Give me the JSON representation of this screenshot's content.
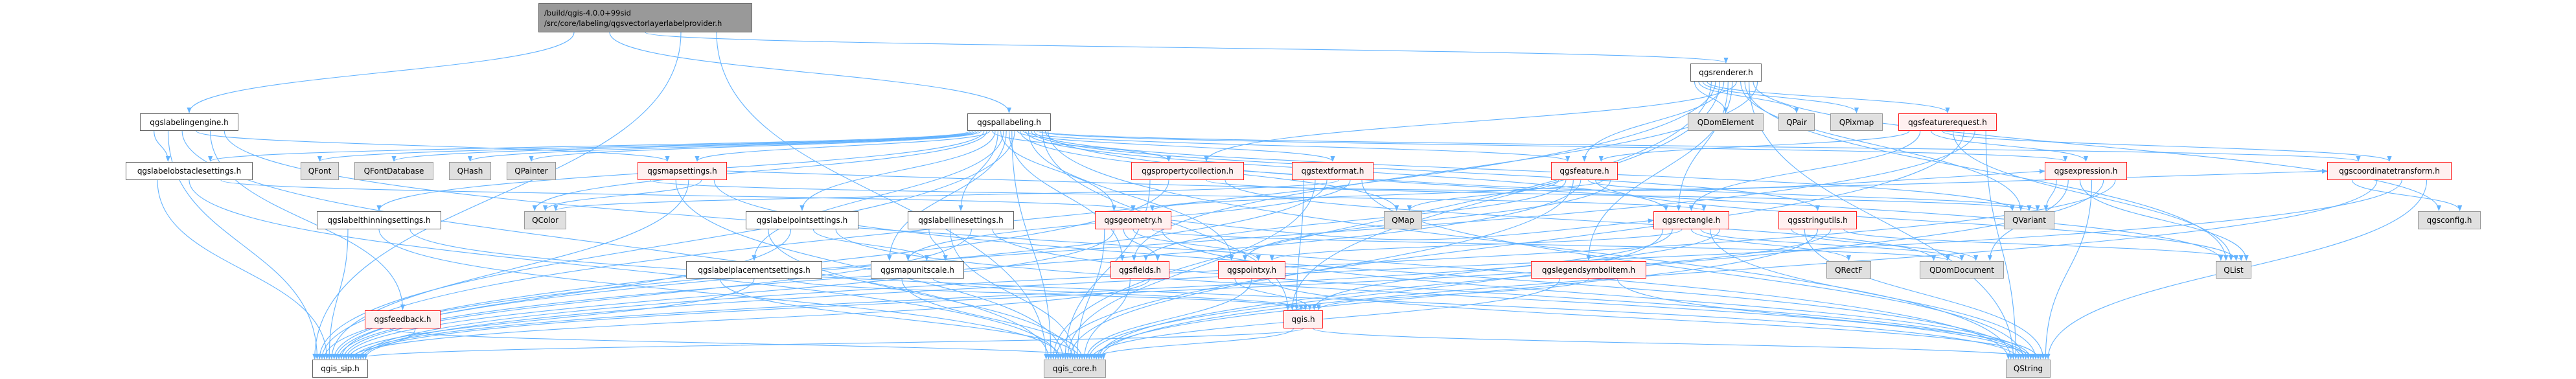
{
  "root": {
    "line1": "/build/qgis-4.0.0+99sid",
    "line2": "/src/core/labeling/qgsvectorlayerlabelprovider.h"
  },
  "colors": {
    "edge": "#63b3ff",
    "red_border": "#ff2020",
    "red_fill": "#fff0f0",
    "gray_fill": "#e0e0e0"
  },
  "nodes": [
    {
      "id": "labelingengine",
      "label": "qgslabelingengine.h",
      "style": "white"
    },
    {
      "id": "pallabeling",
      "label": "qgspallabeling.h",
      "style": "white"
    },
    {
      "id": "renderer",
      "label": "qgsrenderer.h",
      "style": "white"
    },
    {
      "id": "obstacle",
      "label": "qgslabelobstaclesettings.h",
      "style": "white"
    },
    {
      "id": "QFont",
      "label": "QFont",
      "style": "gray"
    },
    {
      "id": "QFontDatabase",
      "label": "QFontDatabase",
      "style": "gray"
    },
    {
      "id": "QHash",
      "label": "QHash",
      "style": "gray"
    },
    {
      "id": "QPainter",
      "label": "QPainter",
      "style": "gray"
    },
    {
      "id": "mapsettings",
      "label": "qgsmapsettings.h",
      "style": "red"
    },
    {
      "id": "propcoll",
      "label": "qgspropertycollection.h",
      "style": "red"
    },
    {
      "id": "textformat",
      "label": "qgstextformat.h",
      "style": "red"
    },
    {
      "id": "feature",
      "label": "qgsfeature.h",
      "style": "red"
    },
    {
      "id": "QDomElement",
      "label": "QDomElement",
      "style": "gray"
    },
    {
      "id": "QPair",
      "label": "QPair",
      "style": "gray"
    },
    {
      "id": "QPixmap",
      "label": "QPixmap",
      "style": "gray"
    },
    {
      "id": "featurerequest",
      "label": "qgsfeaturerequest.h",
      "style": "red"
    },
    {
      "id": "expression",
      "label": "qgsexpression.h",
      "style": "red"
    },
    {
      "id": "coordtransform",
      "label": "qgscoordinatetransform.h",
      "style": "red"
    },
    {
      "id": "thinning",
      "label": "qgslabelthinningsettings.h",
      "style": "white"
    },
    {
      "id": "QColor",
      "label": "QColor",
      "style": "gray"
    },
    {
      "id": "pointsettings",
      "label": "qgslabelpointsettings.h",
      "style": "white"
    },
    {
      "id": "linesettings",
      "label": "qgslabellinesettings.h",
      "style": "white"
    },
    {
      "id": "geometry",
      "label": "qgsgeometry.h",
      "style": "red"
    },
    {
      "id": "QMap",
      "label": "QMap",
      "style": "gray"
    },
    {
      "id": "rectangle",
      "label": "qgsrectangle.h",
      "style": "red"
    },
    {
      "id": "stringutils",
      "label": "qgsstringutils.h",
      "style": "red"
    },
    {
      "id": "QVariant",
      "label": "QVariant",
      "style": "gray"
    },
    {
      "id": "qgsconfig",
      "label": "qgsconfig.h",
      "style": "gray"
    },
    {
      "id": "placement",
      "label": "qgslabelplacementsettings.h",
      "style": "white"
    },
    {
      "id": "mapunitscale",
      "label": "qgsmapunitscale.h",
      "style": "white"
    },
    {
      "id": "fields",
      "label": "qgsfields.h",
      "style": "red"
    },
    {
      "id": "pointxy",
      "label": "qgspointxy.h",
      "style": "red"
    },
    {
      "id": "legendsymbol",
      "label": "qgslegendsymbolitem.h",
      "style": "red"
    },
    {
      "id": "QRectF",
      "label": "QRectF",
      "style": "gray"
    },
    {
      "id": "QDomDocument",
      "label": "QDomDocument",
      "style": "gray"
    },
    {
      "id": "QList",
      "label": "QList",
      "style": "gray"
    },
    {
      "id": "feedback",
      "label": "qgsfeedback.h",
      "style": "red"
    },
    {
      "id": "qgis",
      "label": "qgis.h",
      "style": "red"
    },
    {
      "id": "qgis_sip",
      "label": "qgis_sip.h",
      "style": "white"
    },
    {
      "id": "qgis_core",
      "label": "qgis_core.h",
      "style": "gray"
    },
    {
      "id": "QString",
      "label": "QString",
      "style": "gray"
    }
  ],
  "edges": [
    [
      "root",
      "labelingengine"
    ],
    [
      "root",
      "pallabeling"
    ],
    [
      "root",
      "renderer"
    ],
    [
      "root",
      "qgis_sip"
    ],
    [
      "root",
      "qgis_core"
    ],
    [
      "labelingengine",
      "obstacle"
    ],
    [
      "labelingengine",
      "qgis_sip"
    ],
    [
      "labelingengine",
      "qgis_core"
    ],
    [
      "labelingengine",
      "mapsettings"
    ],
    [
      "labelingengine",
      "feedback"
    ],
    [
      "labelingengine",
      "QString"
    ],
    [
      "pallabeling",
      "obstacle"
    ],
    [
      "pallabeling",
      "QFont"
    ],
    [
      "pallabeling",
      "QFontDatabase"
    ],
    [
      "pallabeling",
      "QHash"
    ],
    [
      "pallabeling",
      "QPainter"
    ],
    [
      "pallabeling",
      "thinning"
    ],
    [
      "pallabeling",
      "QColor"
    ],
    [
      "pallabeling",
      "mapsettings"
    ],
    [
      "pallabeling",
      "propcoll"
    ],
    [
      "pallabeling",
      "pointsettings"
    ],
    [
      "pallabeling",
      "linesettings"
    ],
    [
      "pallabeling",
      "geometry"
    ],
    [
      "pallabeling",
      "placement"
    ],
    [
      "pallabeling",
      "mapunitscale"
    ],
    [
      "pallabeling",
      "fields"
    ],
    [
      "pallabeling",
      "qgis_core"
    ],
    [
      "pallabeling",
      "qgis_sip"
    ],
    [
      "pallabeling",
      "textformat"
    ],
    [
      "pallabeling",
      "QMap"
    ],
    [
      "pallabeling",
      "feature"
    ],
    [
      "pallabeling",
      "rectangle"
    ],
    [
      "pallabeling",
      "pointxy"
    ],
    [
      "pallabeling",
      "stringutils"
    ],
    [
      "pallabeling",
      "QVariant"
    ],
    [
      "pallabeling",
      "expression"
    ],
    [
      "pallabeling",
      "coordtransform"
    ],
    [
      "pallabeling",
      "qgis"
    ],
    [
      "pallabeling",
      "QList"
    ],
    [
      "pallabeling",
      "QString"
    ],
    [
      "renderer",
      "QDomElement"
    ],
    [
      "renderer",
      "QPair"
    ],
    [
      "renderer",
      "QPixmap"
    ],
    [
      "renderer",
      "featurerequest"
    ],
    [
      "renderer",
      "qgis_core"
    ],
    [
      "renderer",
      "qgis_sip"
    ],
    [
      "renderer",
      "qgis"
    ],
    [
      "renderer",
      "feature"
    ],
    [
      "renderer",
      "rectangle"
    ],
    [
      "renderer",
      "legendsymbol"
    ],
    [
      "renderer",
      "propcoll"
    ],
    [
      "renderer",
      "QVariant"
    ],
    [
      "renderer",
      "QList"
    ],
    [
      "renderer",
      "QString"
    ],
    [
      "renderer",
      "qgsconfig"
    ],
    [
      "renderer",
      "fields"
    ],
    [
      "featurerequest",
      "feature"
    ],
    [
      "featurerequest",
      "rectangle"
    ],
    [
      "featurerequest",
      "expression"
    ],
    [
      "featurerequest",
      "coordtransform"
    ],
    [
      "featurerequest",
      "QList"
    ],
    [
      "featurerequest",
      "qgis_core"
    ],
    [
      "featurerequest",
      "qgis_sip"
    ],
    [
      "featurerequest",
      "QString"
    ],
    [
      "obstacle",
      "qgis_sip"
    ],
    [
      "obstacle",
      "qgis_core"
    ],
    [
      "obstacle",
      "geometry"
    ],
    [
      "thinning",
      "qgis_sip"
    ],
    [
      "thinning",
      "qgis_core"
    ],
    [
      "thinning",
      "QString"
    ],
    [
      "mapsettings",
      "rectangle"
    ],
    [
      "mapsettings",
      "coordtransform"
    ],
    [
      "mapsettings",
      "qgis_core"
    ],
    [
      "mapsettings",
      "qgis_sip"
    ],
    [
      "mapsettings",
      "QColor"
    ],
    [
      "mapsettings",
      "QString"
    ],
    [
      "propcoll",
      "qgis_core"
    ],
    [
      "propcoll",
      "qgis_sip"
    ],
    [
      "propcoll",
      "expression"
    ],
    [
      "propcoll",
      "QVariant"
    ],
    [
      "propcoll",
      "QDomDocument"
    ],
    [
      "textformat",
      "qgis"
    ],
    [
      "textformat",
      "qgis_core"
    ],
    [
      "textformat",
      "qgis_sip"
    ],
    [
      "textformat",
      "QColor"
    ],
    [
      "textformat",
      "mapunitscale"
    ],
    [
      "textformat",
      "QString"
    ],
    [
      "feature",
      "QMap"
    ],
    [
      "feature",
      "fields"
    ],
    [
      "feature",
      "qgis_core"
    ],
    [
      "feature",
      "qgis_sip"
    ],
    [
      "feature",
      "QVariant"
    ],
    [
      "feature",
      "QList"
    ],
    [
      "feature",
      "geometry"
    ],
    [
      "feature",
      "pointxy"
    ],
    [
      "pointsettings",
      "qgis_core"
    ],
    [
      "pointsettings",
      "qgis_sip"
    ],
    [
      "pointsettings",
      "mapunitscale"
    ],
    [
      "pointsettings",
      "QString"
    ],
    [
      "linesettings",
      "mapunitscale"
    ],
    [
      "linesettings",
      "qgis_core"
    ],
    [
      "linesettings",
      "qgis_sip"
    ],
    [
      "linesettings",
      "QString"
    ],
    [
      "geometry",
      "qgis_core"
    ],
    [
      "geometry",
      "qgis_sip"
    ],
    [
      "geometry",
      "fields"
    ],
    [
      "geometry",
      "pointxy"
    ],
    [
      "geometry",
      "rectangle"
    ],
    [
      "geometry",
      "QDomDocument"
    ],
    [
      "geometry",
      "QString"
    ],
    [
      "placement",
      "qgis_core"
    ],
    [
      "placement",
      "qgis_sip"
    ],
    [
      "placement",
      "qgis"
    ],
    [
      "mapunitscale",
      "qgis_core"
    ],
    [
      "mapunitscale",
      "qgis"
    ],
    [
      "fields",
      "qgis_core"
    ],
    [
      "fields",
      "qgis_sip"
    ],
    [
      "pointxy",
      "qgis"
    ],
    [
      "pointxy",
      "qgis_core"
    ],
    [
      "pointxy",
      "QString"
    ],
    [
      "rectangle",
      "qgis_core"
    ],
    [
      "rectangle",
      "qgis"
    ],
    [
      "rectangle",
      "pointxy"
    ],
    [
      "rectangle",
      "QRectF"
    ],
    [
      "rectangle",
      "QDomDocument"
    ],
    [
      "rectangle",
      "QString"
    ],
    [
      "rectangle",
      "qgis_sip"
    ],
    [
      "legendsymbol",
      "qgis_core"
    ],
    [
      "legendsymbol",
      "qgis"
    ],
    [
      "legendsymbol",
      "QString"
    ],
    [
      "qgis",
      "qgis_core"
    ],
    [
      "qgis",
      "qgis_sip"
    ],
    [
      "qgis",
      "QString"
    ],
    [
      "stringutils",
      "QDomDocument"
    ],
    [
      "stringutils",
      "QString"
    ],
    [
      "stringutils",
      "qgis_core"
    ],
    [
      "stringutils",
      "qgis_sip"
    ],
    [
      "stringutils",
      "QList"
    ],
    [
      "expression",
      "QVariant"
    ],
    [
      "expression",
      "QDomDocument"
    ],
    [
      "expression",
      "QList"
    ],
    [
      "expression",
      "QString"
    ],
    [
      "expression",
      "qgis_core"
    ],
    [
      "expression",
      "qgis_sip"
    ],
    [
      "coordtransform",
      "qgsconfig"
    ],
    [
      "coordtransform",
      "qgis_core"
    ],
    [
      "coordtransform",
      "qgis_sip"
    ],
    [
      "coordtransform",
      "QString"
    ],
    [
      "feedback",
      "qgis_core"
    ],
    [
      "feedback",
      "qgis_sip"
    ]
  ]
}
